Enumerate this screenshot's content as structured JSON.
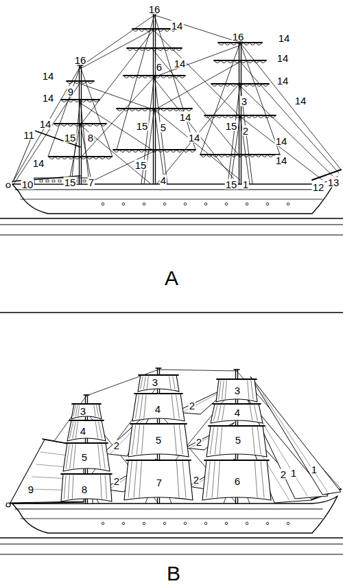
{
  "diagram": {
    "labels": [
      "16",
      "16",
      "16",
      "14",
      "14",
      "6",
      "14",
      "14",
      "14",
      "14",
      "9",
      "14",
      "3",
      "14",
      "14",
      "15",
      "5",
      "14",
      "15",
      "2",
      "14",
      "11",
      "15",
      "8",
      "14",
      "14",
      "15",
      "14",
      "10",
      "15",
      "7",
      "4",
      "15",
      "1",
      "12",
      "13",
      "A",
      "3",
      "4",
      "5",
      "8",
      "9",
      "2",
      "2",
      "3",
      "4",
      "5",
      "7",
      "2",
      "2",
      "2",
      "3",
      "4",
      "5",
      "6",
      "2",
      "1",
      "1",
      "B"
    ]
  }
}
